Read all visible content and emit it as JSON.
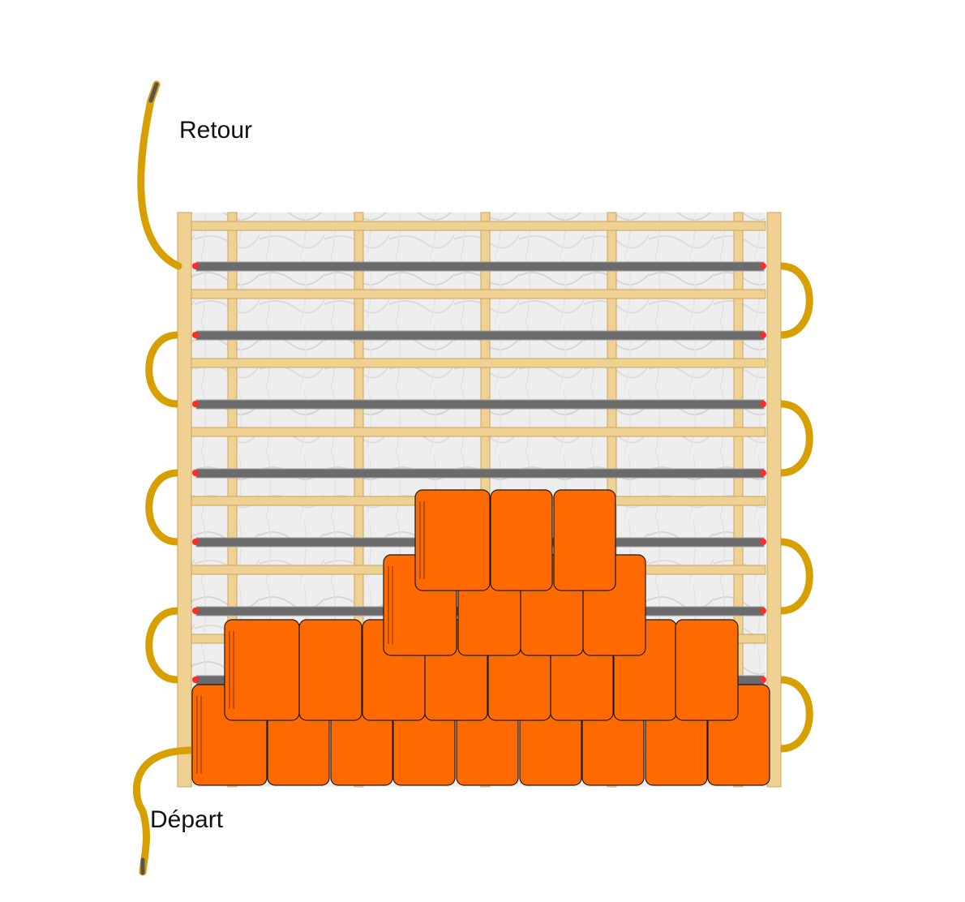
{
  "labels": {
    "return": "Retour",
    "supply": "Départ"
  },
  "colors": {
    "pipe": "#d79f00",
    "pipe_end": "#555555",
    "batten": "#f0d194",
    "batten_edge": "#c9a45a",
    "rail": "#6b6b6b",
    "rail_edge": "#a0a0a0",
    "rail_end": "#ff2a2a",
    "insulation": "#ececec",
    "tile": "#ff6a00",
    "tile_edge": "#1a1a1a"
  },
  "structure": {
    "vertical_battens": 7,
    "horizontal_battens": 9,
    "heating_rails": 7,
    "tile_rows": 4
  }
}
